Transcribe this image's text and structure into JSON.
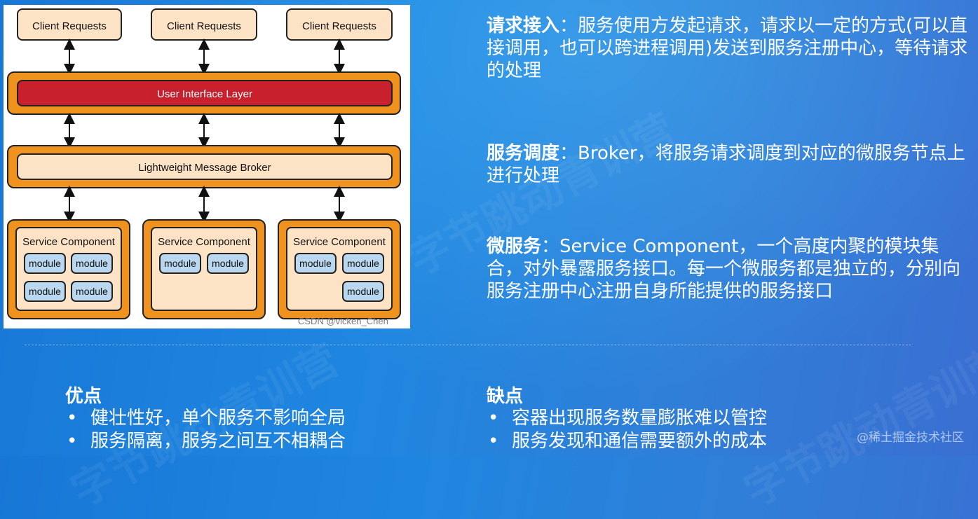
{
  "diagram": {
    "client_requests": [
      "Client Requests",
      "Client Requests",
      "Client Requests"
    ],
    "ui_layer": "User Interface Layer",
    "broker": "Lightweight Message Broker",
    "services": [
      {
        "title": "Service Component",
        "modules": [
          "module",
          "module",
          "module",
          "module"
        ]
      },
      {
        "title": "Service Component",
        "modules": [
          "module",
          "module"
        ]
      },
      {
        "title": "Service Component",
        "modules": [
          "module",
          "module",
          "module"
        ]
      }
    ],
    "watermark": "CSDN @vicken_Chen",
    "colors": {
      "orange": "#f0921e",
      "peach": "#fde3c6",
      "red": "#c8202c",
      "module_blue": "#b9d7ee"
    }
  },
  "descriptions": [
    {
      "title": "请求接入",
      "sep": "：",
      "text": "服务使用方发起请求，请求以一定的方式(可以直接调用，也可以跨进程调用)发送到服务注册中心，等待请求的处理"
    },
    {
      "title": "服务调度",
      "sep": "：",
      "text": "Broker，将服务请求调度到对应的微服务节点上进行处理"
    },
    {
      "title": "微服务",
      "sep": "：",
      "text": "Service Component，一个高度内聚的模块集合，对外暴露服务接口。每一个微服务都是独立的，分别向服务注册中心注册自身所能提供的服务接口"
    }
  ],
  "pros": {
    "title": "优点",
    "items": [
      "健壮性好，单个服务不影响全局",
      "服务隔离，服务之间互不相耦合"
    ]
  },
  "cons": {
    "title": "缺点",
    "items": [
      "容器出现服务数量膨胀难以管控",
      "服务发现和通信需要额外的成本"
    ]
  },
  "corner_watermark": "@稀土掘金技术社区",
  "background_watermark": "字节跳动青训营"
}
